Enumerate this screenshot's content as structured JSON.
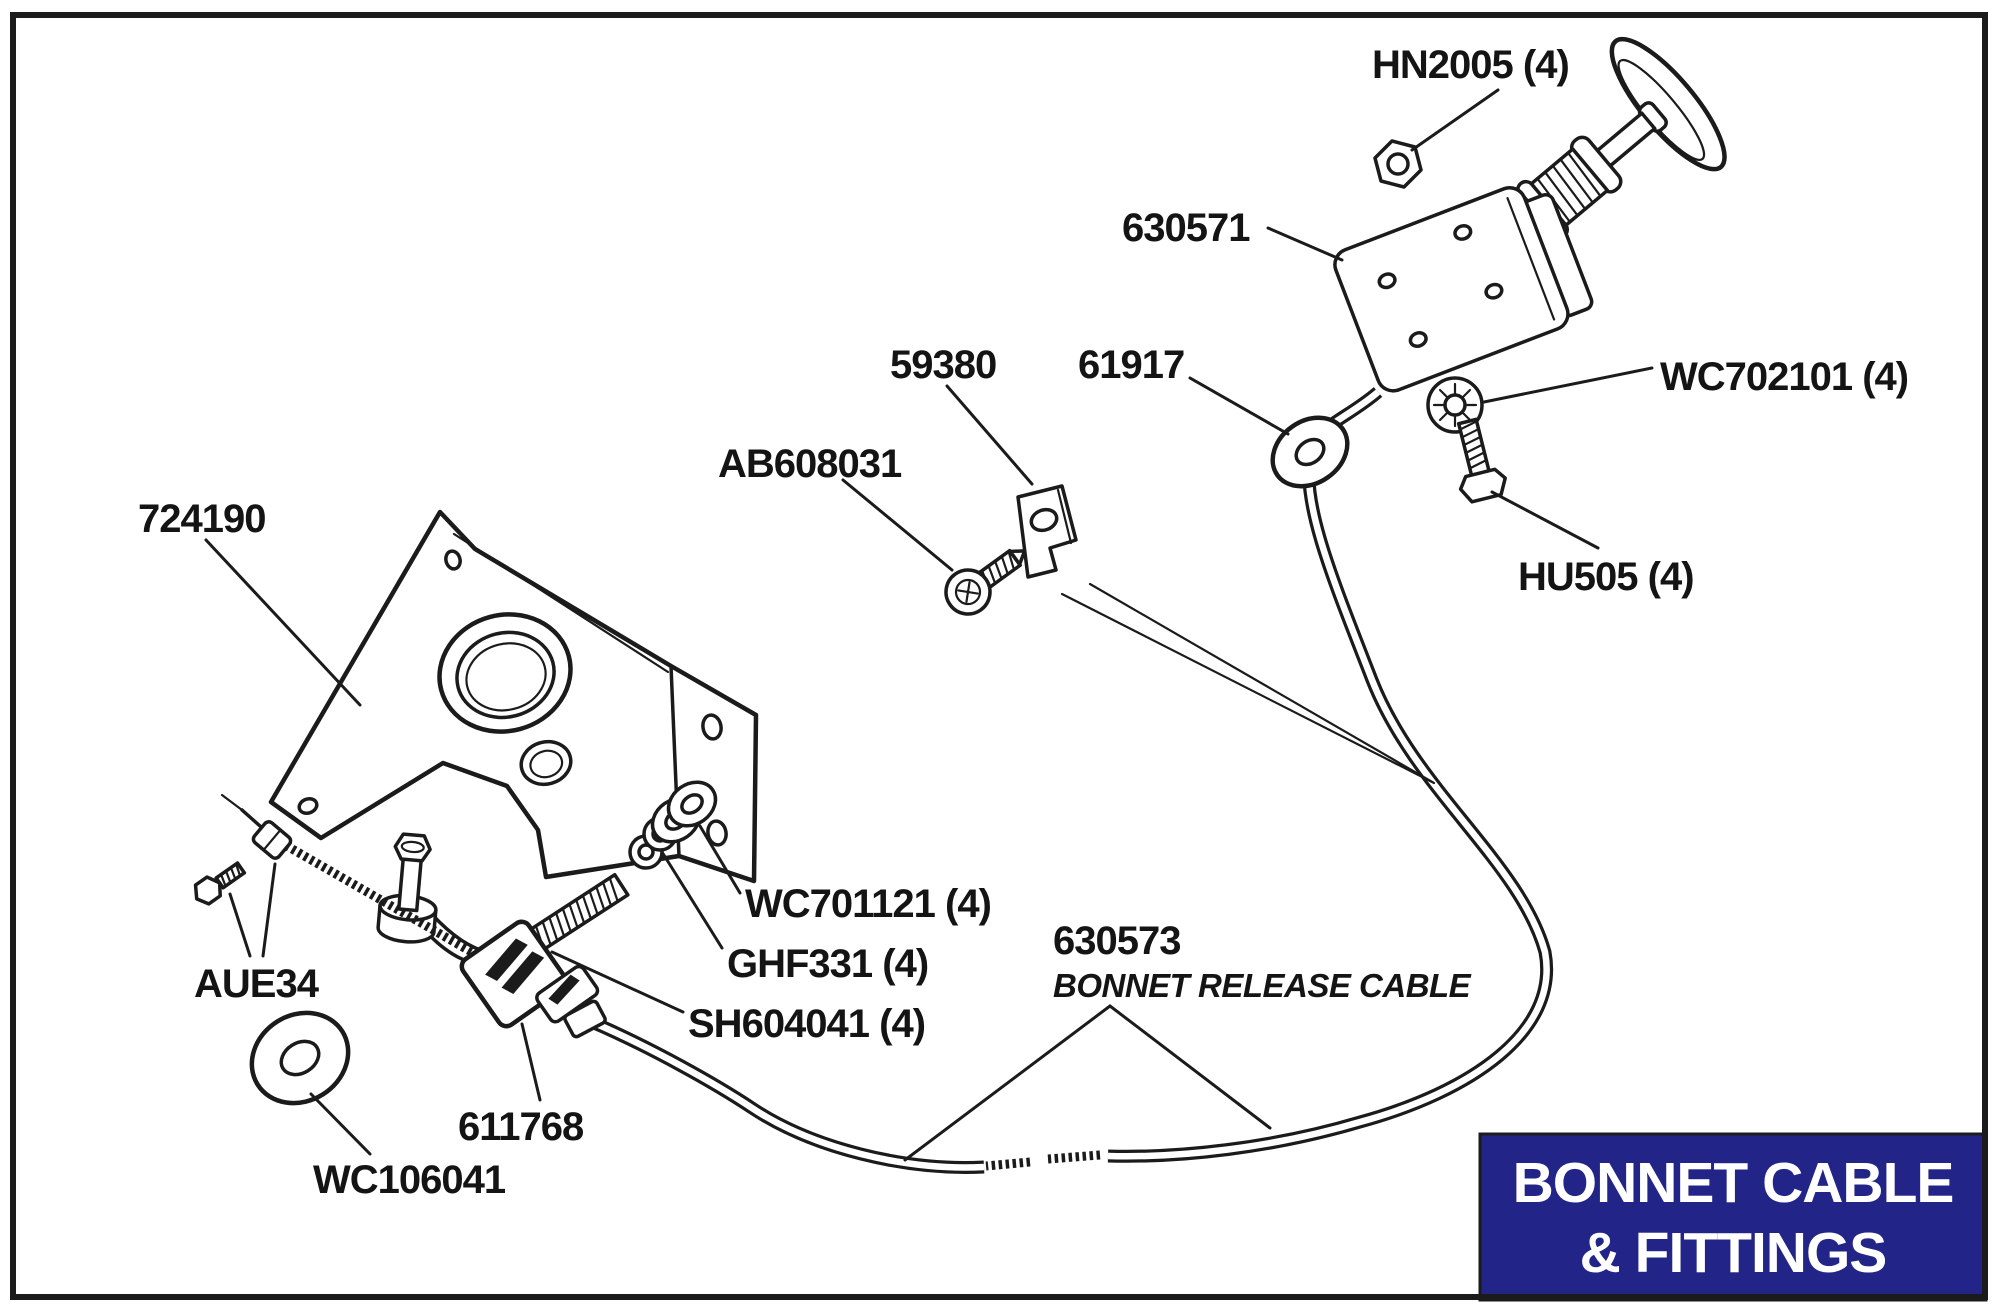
{
  "colors": {
    "ink": "#1b1b1b",
    "paper": "#ffffff",
    "navy": "#232488",
    "label_ink": "#141414",
    "title_text": "#ffffff"
  },
  "title_block": {
    "line1": "BONNET CABLE",
    "line2": "& FITTINGS"
  },
  "labels": {
    "hn2005": "HN2005 (4)",
    "bracket_upper": "630571",
    "wc702101": "WC702101 (4)",
    "hu505": "HU505 (4)",
    "clip": "59380",
    "grommet": "61917",
    "ab608031": "AB608031",
    "bracket_main": "724190",
    "wc701121": "WC701121 (4)",
    "ghf331": "GHF331 (4)",
    "sh604041": "SH604041 (4)",
    "cable": "630573",
    "cable_sub": "BONNET RELEASE CABLE",
    "aue34": "AUE34",
    "trunnion": "611768",
    "wc106041": "WC106041"
  }
}
